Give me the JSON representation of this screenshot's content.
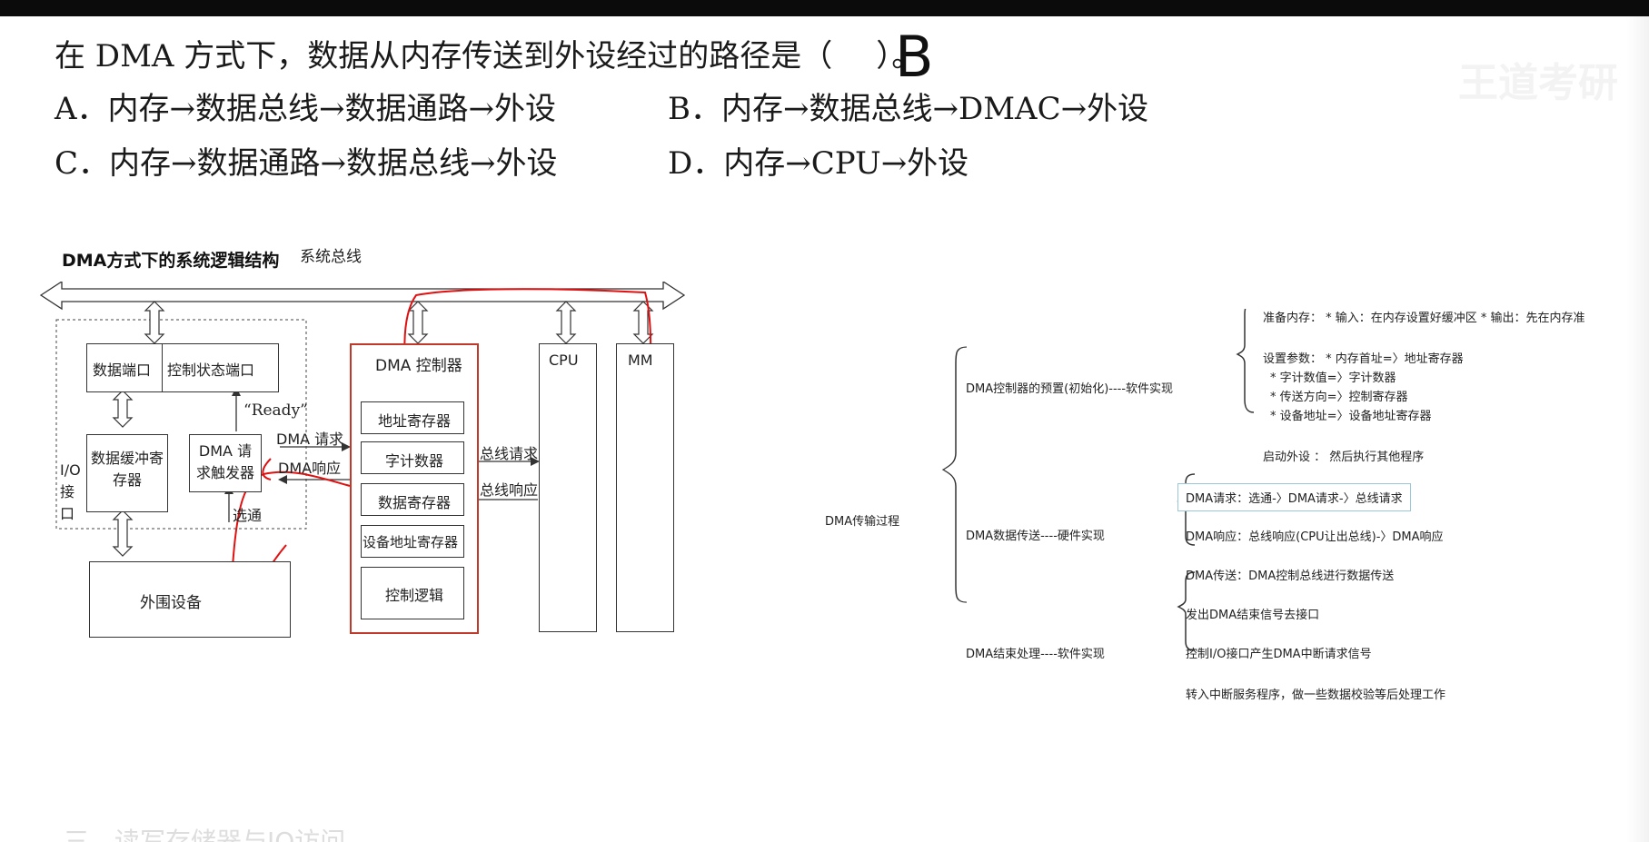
{
  "question": {
    "title": "在 DMA 方式下，数据从内存传送到外设经过的路径是（",
    "title_end": "）。",
    "handwritten_answer": "B",
    "options": {
      "a": "A．内存→数据总线→数据通路→外设",
      "b": "B．内存→数据总线→DMAC→外设",
      "c": "C．内存→数据通路→数据总线→外设",
      "d": "D．内存→CPU→外设"
    }
  },
  "section_title": "DMA方式下的系统逻辑结构",
  "diagram": {
    "system_bus": "系统总线",
    "data_port": "数据端口",
    "control_status_port": "控制状态端口",
    "ready": "“Ready”",
    "data_buffer_register": "数据缓冲寄存器",
    "dma_request_trigger": "DMA 请求触发器",
    "io_interface": "I/O 接口",
    "select": "选通",
    "dma_request": "DMA 请求",
    "dma_response": "DMA响应",
    "peripheral": "外围设备",
    "dma_controller": "DMA 控制器",
    "address_register": "地址寄存器",
    "word_counter": "字计数器",
    "data_register": "数据寄存器",
    "device_address_register": "设备地址寄存器",
    "control_logic": "控制逻辑",
    "bus_request": "总线请求",
    "bus_response": "总线响应",
    "cpu": "CPU",
    "mm": "MM"
  },
  "mindmap": {
    "root": "DMA传输过程",
    "pre": "DMA控制器的预置(初始化)----软件实现",
    "pre_prepare": "准备内存：  * 输入：在内存设置好缓冲区  * 输出：先在内存准",
    "pre_params": "设置参数：  * 内存首址=〉地址寄存器",
    "pre_count": "* 字计数值=〉字计数器",
    "pre_direction": "* 传送方向=〉控制寄存器",
    "pre_device": "* 设备地址=〉设备地址寄存器",
    "pre_start": "启动外设  ：  然后执行其他程序",
    "transfer": "DMA数据传送----硬件实现",
    "transfer_request": "DMA请求：选通-〉DMA请求-〉总线请求",
    "transfer_response": "DMA响应：总线响应(CPU让出总线)-〉DMA响应",
    "transfer_send": "DMA传送：DMA控制总线进行数据传送",
    "end": "DMA结束处理----软件实现",
    "end_signal": "发出DMA结束信号去接口",
    "end_interrupt": "控制I/O接口产生DMA中断请求信号",
    "end_service": "转入中断服务程序，做一些数据校验等后处理工作"
  },
  "watermark": "王道考研",
  "bottom_text": "三、读写存储器与IO访问"
}
